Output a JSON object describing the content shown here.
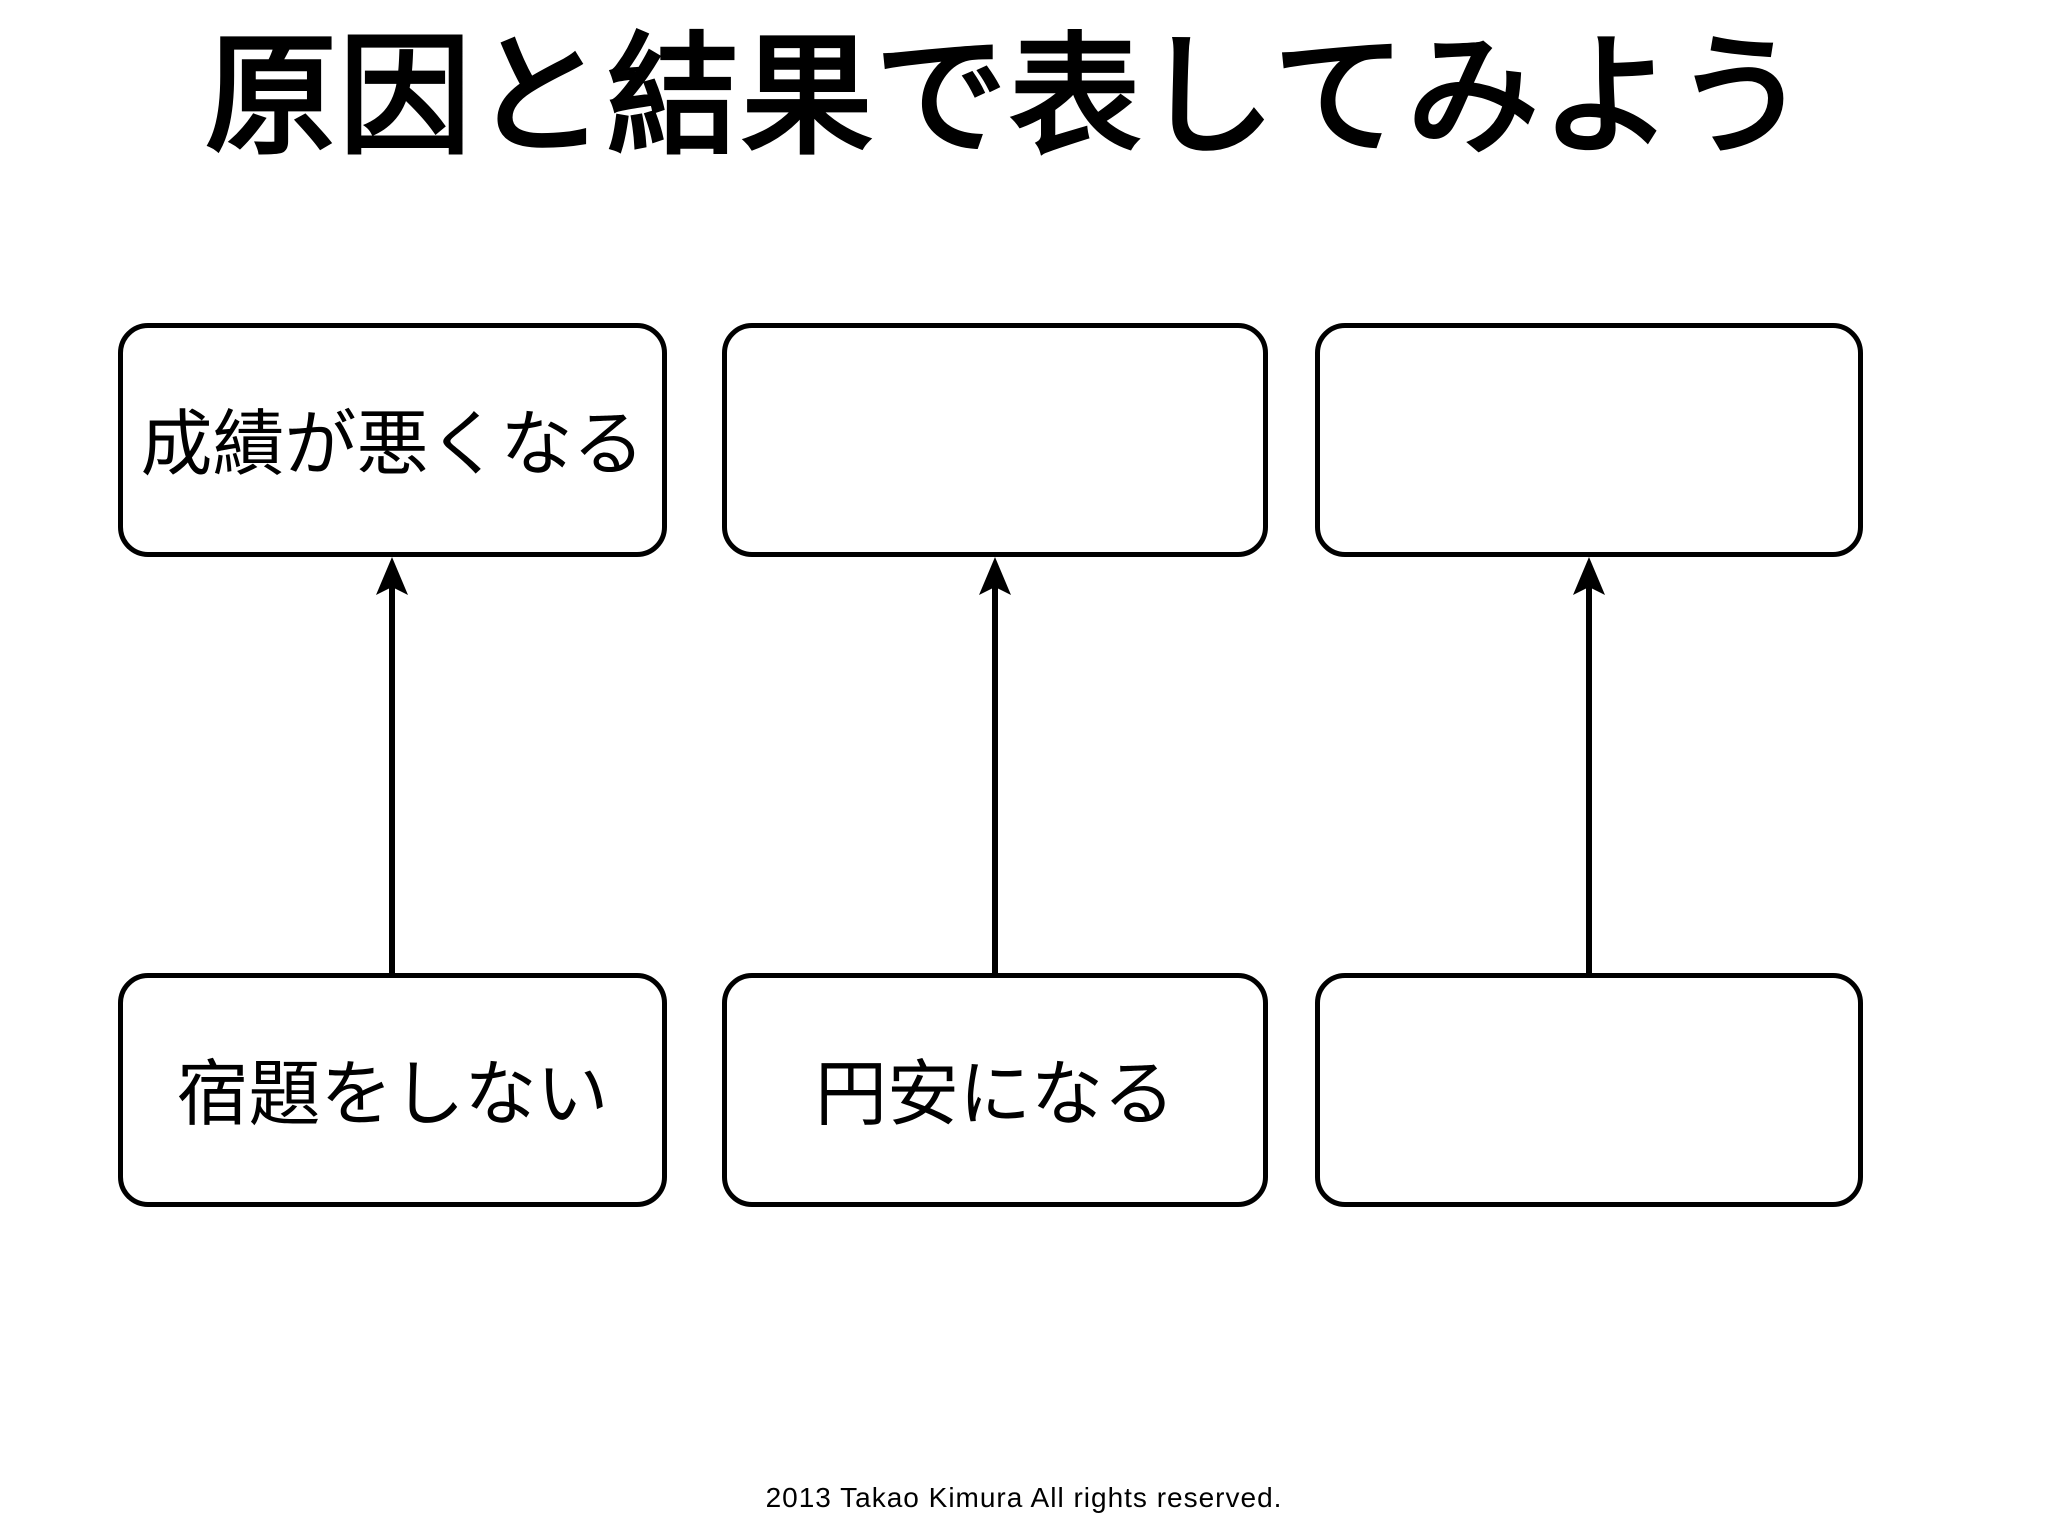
{
  "slide": {
    "title": "原因と結果で表してみよう",
    "footer": "2013 Takao Kimura All rights reserved."
  },
  "diagram": {
    "type": "cause-effect",
    "arrow_direction": "up",
    "columns": [
      {
        "effect": "成績が悪くなる",
        "cause": "宿題をしない"
      },
      {
        "effect": "",
        "cause": "円安になる"
      },
      {
        "effect": "",
        "cause": ""
      }
    ]
  },
  "colors": {
    "background": "#ffffff",
    "box_border": "#000000",
    "text": "#000000",
    "arrow": "#000000"
  }
}
